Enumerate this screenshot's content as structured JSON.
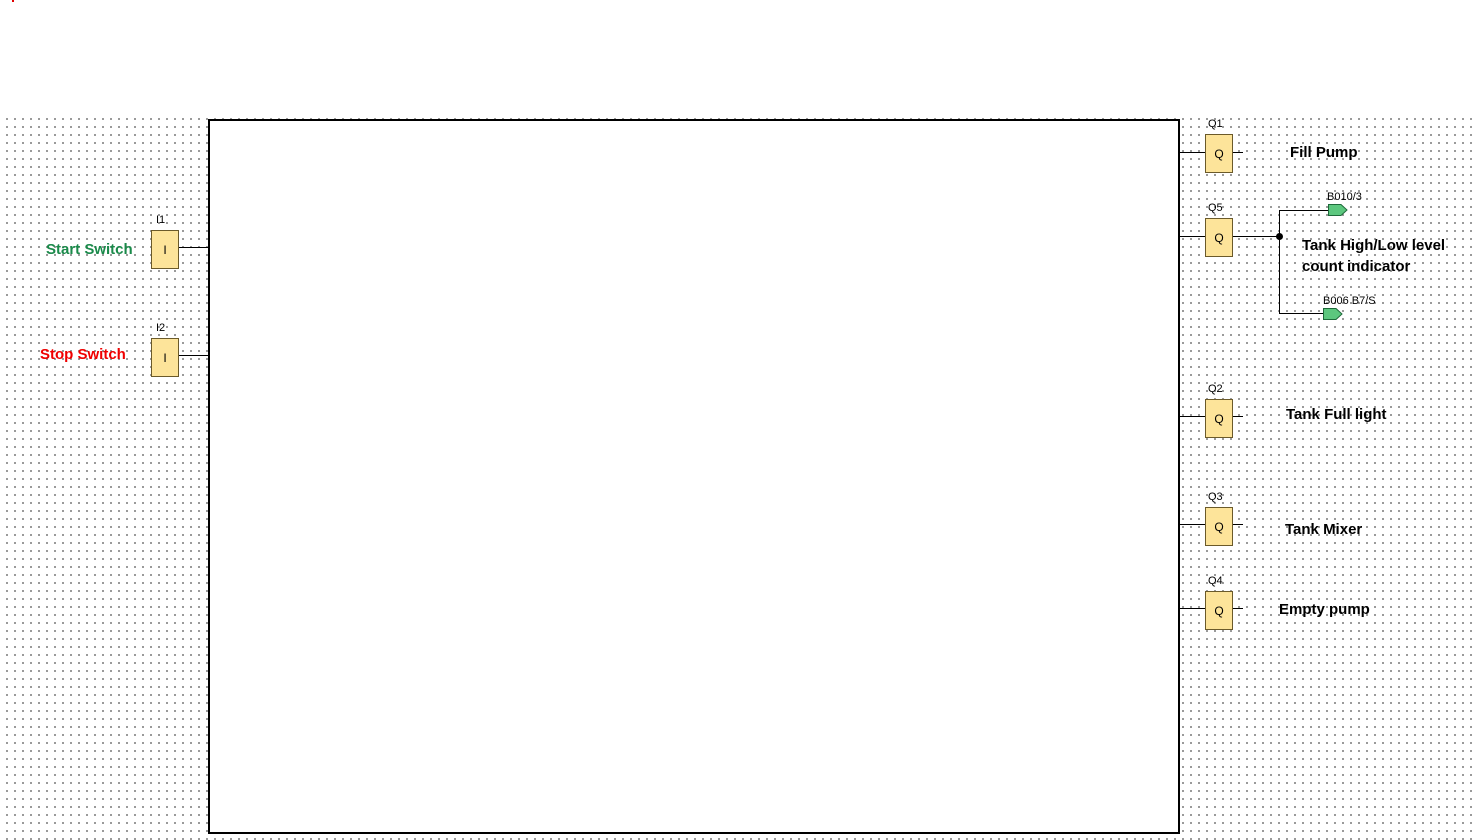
{
  "inputs": [
    {
      "id": "I1",
      "symbol": "I",
      "label": "Start Switch",
      "color": "#1a8a4a"
    },
    {
      "id": "I2",
      "symbol": "I",
      "label": "Stop Switch",
      "color": "#f00000"
    }
  ],
  "outputs": [
    {
      "id": "Q1",
      "symbol": "Q",
      "label": "Fill Pump"
    },
    {
      "id": "Q5",
      "symbol": "Q",
      "label_line1": "Tank High/Low level",
      "label_line2": "count indicator"
    },
    {
      "id": "Q2",
      "symbol": "Q",
      "label": "Tank Full light"
    },
    {
      "id": "Q3",
      "symbol": "Q",
      "label": "Tank Mixer"
    },
    {
      "id": "Q4",
      "symbol": "Q",
      "label": "Empty pump"
    }
  ],
  "connectors": [
    {
      "label": "B010/3",
      "color": "#5cc77e"
    },
    {
      "label": "B006 B7/S",
      "color": "#5cc77e"
    }
  ],
  "colors": {
    "block_fill": "#fde49a",
    "grid_dot": "#808080"
  }
}
